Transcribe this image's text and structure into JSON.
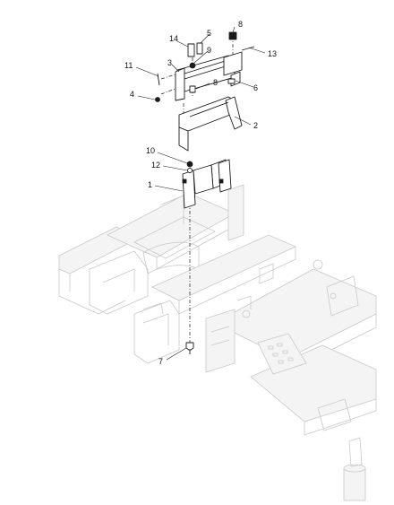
{
  "callouts": {
    "c1": "1",
    "c2": "2",
    "c3": "3",
    "c4": "4",
    "c5": "5",
    "c6": "6",
    "c7": "7",
    "c8a": "8",
    "c8b": "8",
    "c9": "9",
    "c10": "10",
    "c11": "11",
    "c12": "12",
    "c13": "13",
    "c14": "14"
  }
}
